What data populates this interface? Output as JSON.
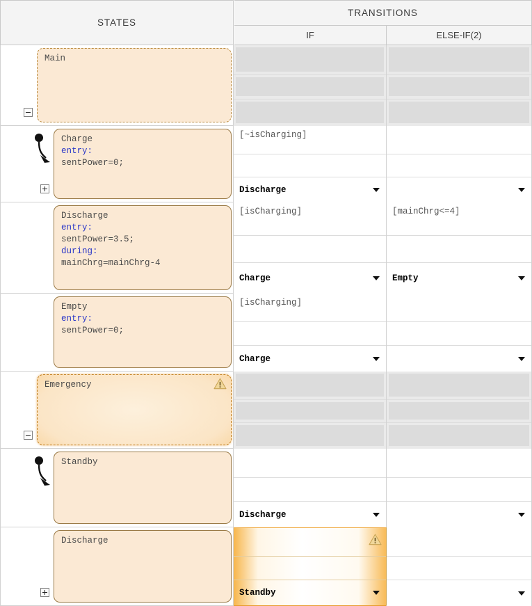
{
  "header": {
    "states": "STATES",
    "transitions": "TRANSITIONS",
    "if": "IF",
    "elseif": "ELSE-IF(2)"
  },
  "colors": {
    "state_fill": "#fbe9d4",
    "state_border": "#9a7a46",
    "highlight_orange": "#f2a63c",
    "disabled_grey": "#dcdcdc",
    "keyword_blue": "#2b37c8",
    "header_grey": "#f4f4f4"
  },
  "rows": [
    {
      "state": {
        "name": "Main",
        "body": "",
        "style": "dashed",
        "tree": "minus",
        "default_transition": false,
        "warning": false
      },
      "if": {
        "condition": "",
        "action": "",
        "destination": "",
        "disabled": true,
        "highlighted": false,
        "warning": false
      },
      "elseif": {
        "condition": "",
        "action": "",
        "destination": "",
        "disabled": true,
        "highlighted": false,
        "warning": false
      }
    },
    {
      "state": {
        "name": "Charge",
        "body": "entry:\nsentPower=0;",
        "keyword": "entry:",
        "style": "solid",
        "tree": "plus",
        "default_transition": true,
        "warning": false
      },
      "if": {
        "condition": "[~isCharging]",
        "action": "",
        "destination": "Discharge",
        "disabled": false,
        "highlighted": false,
        "warning": false
      },
      "elseif": {
        "condition": "",
        "action": "",
        "destination": "",
        "disabled": false,
        "highlighted": false,
        "warning": false
      }
    },
    {
      "state": {
        "name": "Discharge",
        "body": "entry:\nsentPower=3.5;\nduring:\nmainChrg=mainChrg-4",
        "style": "solid",
        "tree": "none",
        "default_transition": false,
        "warning": false
      },
      "if": {
        "condition": "[isCharging]",
        "action": "",
        "destination": "Charge",
        "disabled": false,
        "highlighted": false,
        "warning": false
      },
      "elseif": {
        "condition": "[mainChrg<=4]",
        "action": "",
        "destination": "Empty",
        "disabled": false,
        "highlighted": false,
        "warning": false
      }
    },
    {
      "state": {
        "name": "Empty",
        "body": "entry:\nsentPower=0;",
        "style": "solid",
        "tree": "none",
        "default_transition": false,
        "warning": false
      },
      "if": {
        "condition": "[isCharging]",
        "action": "",
        "destination": "Charge",
        "disabled": false,
        "highlighted": false,
        "warning": false
      },
      "elseif": {
        "condition": "",
        "action": "",
        "destination": "",
        "disabled": false,
        "highlighted": false,
        "warning": false
      }
    },
    {
      "state": {
        "name": "Emergency",
        "body": "",
        "style": "dashed-highlight",
        "tree": "minus",
        "default_transition": false,
        "warning": true
      },
      "if": {
        "condition": "",
        "action": "",
        "destination": "",
        "disabled": true,
        "highlighted": false,
        "warning": false
      },
      "elseif": {
        "condition": "",
        "action": "",
        "destination": "",
        "disabled": true,
        "highlighted": false,
        "warning": false
      }
    },
    {
      "state": {
        "name": "Standby",
        "body": "",
        "style": "solid",
        "tree": "none",
        "default_transition": true,
        "warning": false
      },
      "if": {
        "condition": "",
        "action": "",
        "destination": "Discharge",
        "disabled": false,
        "highlighted": false,
        "warning": false
      },
      "elseif": {
        "condition": "",
        "action": "",
        "destination": "",
        "disabled": false,
        "highlighted": false,
        "warning": false
      }
    },
    {
      "state": {
        "name": "Discharge",
        "body": "",
        "style": "solid",
        "tree": "plus",
        "default_transition": false,
        "warning": false
      },
      "if": {
        "condition": "",
        "action": "",
        "destination": "Standby",
        "disabled": false,
        "highlighted": true,
        "warning": true
      },
      "elseif": {
        "condition": "",
        "action": "",
        "destination": "",
        "disabled": false,
        "highlighted": false,
        "warning": false
      }
    }
  ],
  "icons": {
    "tree_expanded": "minus-box-icon",
    "tree_collapsed": "plus-box-icon",
    "dropdown": "chevron-down-icon",
    "warning": "warning-triangle-icon",
    "default_transition": "default-transition-arrow-icon"
  }
}
